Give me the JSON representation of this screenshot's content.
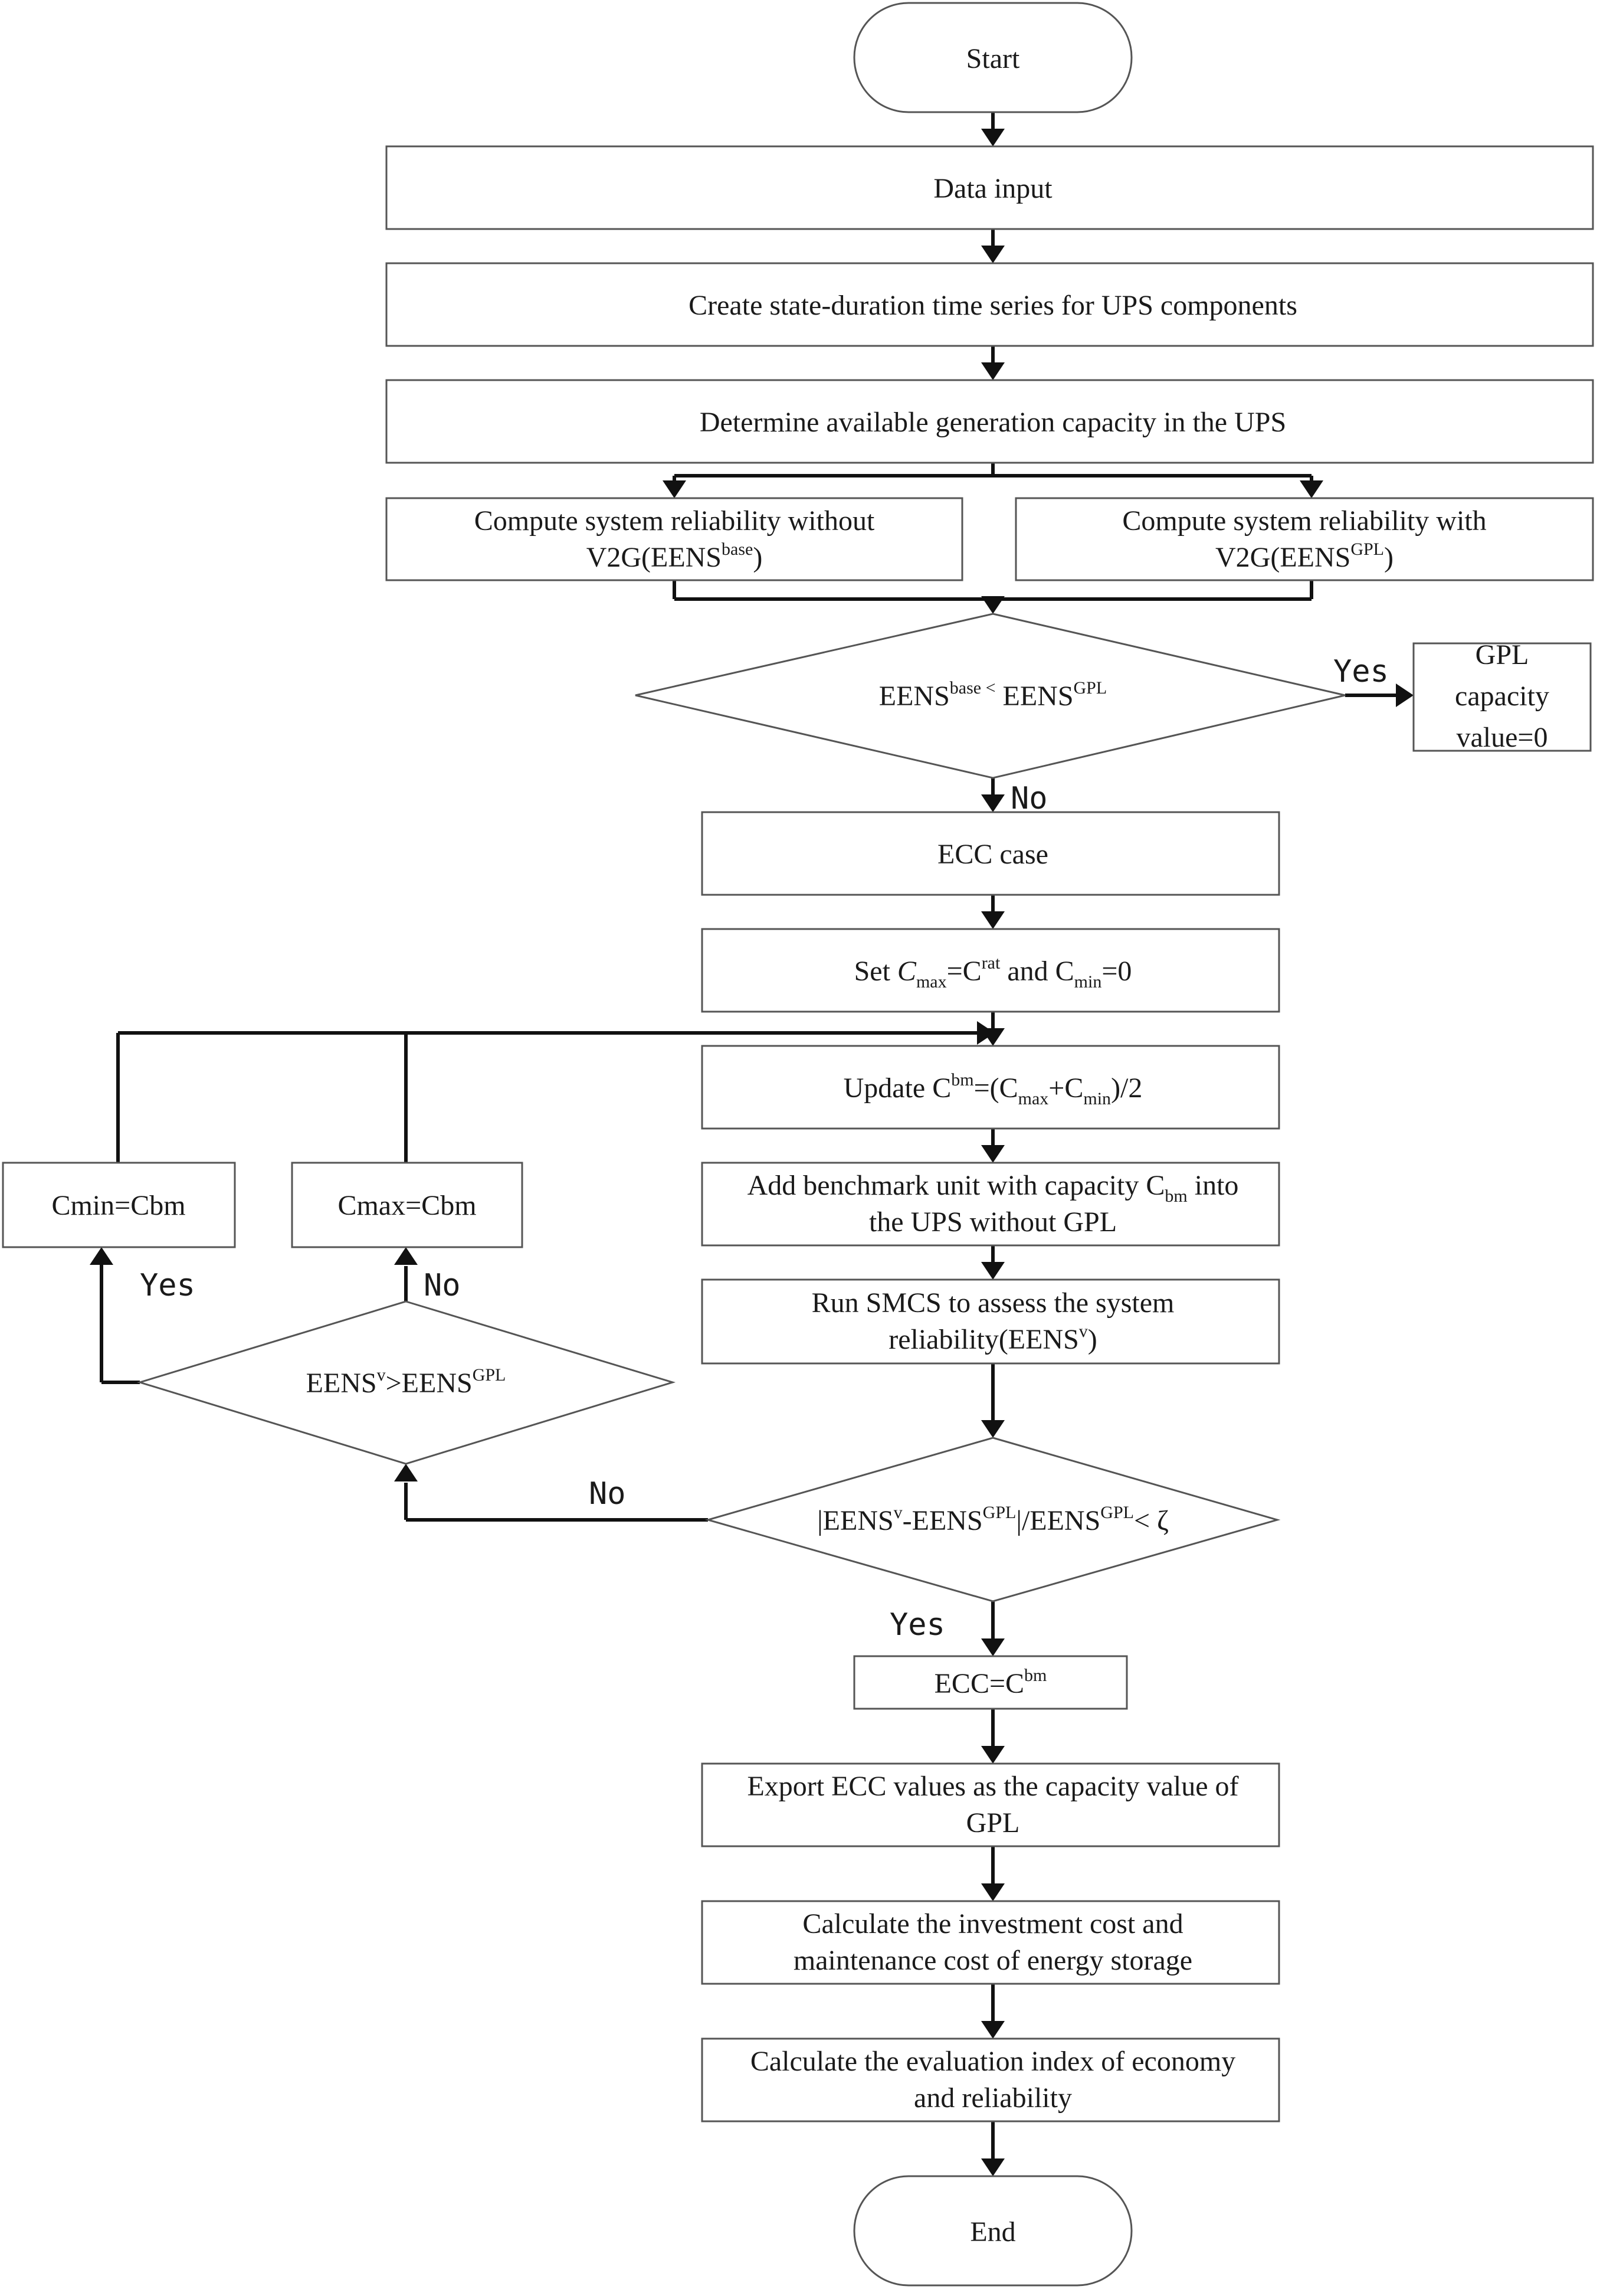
{
  "nodes": {
    "start": "Start",
    "data_input": "Data input",
    "create_series": "Create state-duration time series for UPS components",
    "determine_capacity": "Determine available generation capacity in the UPS",
    "reliability_without": {
      "line1": "Compute system reliability without",
      "line2_pre": "V2G(EENS",
      "line2_sup": "base",
      "line2_post": ")"
    },
    "reliability_with": {
      "line1": "Compute system reliability with",
      "line2_pre": "V2G(EENS",
      "line2_sup": "GPL",
      "line2_post": ")"
    },
    "decision_base": {
      "a": "EENS",
      "a_sup": "base <",
      "b": " EENS",
      "b_sup": "GPL"
    },
    "gpl_zero": {
      "line1": "GPL",
      "line2": "capacity",
      "line3": "value=0"
    },
    "ecc_case": "ECC case",
    "set_limits": {
      "p1": "Set ",
      "p2": "C",
      "p2_sub": "max",
      "p3": "=C",
      "p3_sup": "rat",
      "p4": " and C",
      "p4_sub": "min",
      "p5": "=0"
    },
    "update": {
      "p1": "Update C",
      "p1_sup": "bm",
      "p2": "=(C",
      "p2_sub": "max",
      "p3": "+C",
      "p3_sub": "min",
      "p4": ")/2"
    },
    "add_benchmark": {
      "line1_pre": "Add benchmark unit with capacity C",
      "line1_sub": "bm",
      "line1_post": " into",
      "line2": "the UPS without GPL"
    },
    "run_smcs": {
      "line1": "Run SMCS to assess the system",
      "line2_pre": "reliability(EENS",
      "line2_sup": "v",
      "line2_post": ")"
    },
    "decision_zeta": {
      "p1": "|EENS",
      "p1_sup": "v",
      "p2": "-EENS",
      "p2_sup": "GPL",
      "p3": "|/EENS",
      "p3_sup": "GPL",
      "p4": "< ζ"
    },
    "decision_compare": {
      "p1": "EENS",
      "p1_sup": "v",
      "p2": ">EENS",
      "p2_sup": "GPL"
    },
    "cmin": "Cmin=Cbm",
    "cmax": "Cmax=Cbm",
    "ecc_equals": {
      "p1": "ECC=C",
      "p1_sup": "bm"
    },
    "export_ecc": {
      "line1": "Export ECC values as the capacity value of",
      "line2": "GPL"
    },
    "calc_cost": {
      "line1": "Calculate the investment cost and",
      "line2": "maintenance cost of energy storage"
    },
    "calc_index": {
      "line1": "Calculate the evaluation index of economy",
      "line2": "and reliability"
    },
    "end": "End"
  },
  "edge_labels": {
    "yes_gpl": "Yes",
    "no_ecc": "No",
    "yes_cmin": "Yes",
    "no_cmax": "No",
    "no_compare": "No",
    "yes_ecc": "Yes"
  }
}
